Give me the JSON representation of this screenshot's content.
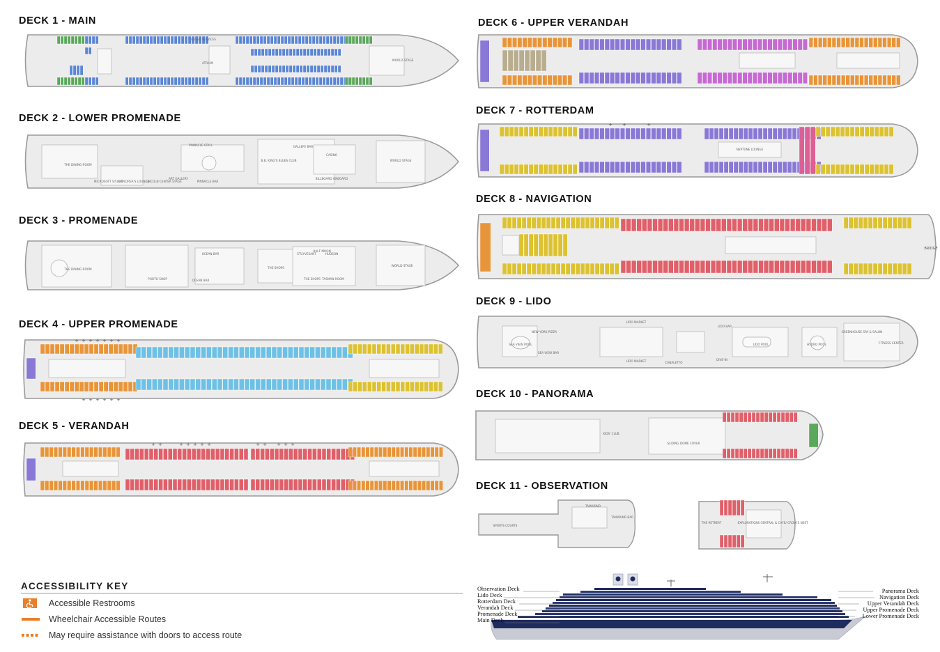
{
  "decks": [
    {
      "id": "deck1",
      "title": "DECK 1 - MAIN",
      "labels": [
        "GUEST SERVICES",
        "ATRIUM",
        "WORLD STAGE"
      ]
    },
    {
      "id": "deck2",
      "title": "DECK 2 - LOWER PROMENADE",
      "labels": [
        "THE DINING ROOM",
        "MICROSOFT STUDIO",
        "EXPLORER'S LOUNGE",
        "LINCOLN CENTER STAGE",
        "ART GALLERY",
        "PINNACLE GRILL",
        "PINNACLE BAR",
        "B.B. KING'S BLUES CLUB",
        "GALLERY BAR",
        "CASINO",
        "BILLBOARD ONBOARD",
        "WORLD STAGE"
      ]
    },
    {
      "id": "deck3",
      "title": "DECK 3 - PROMENADE",
      "labels": [
        "THE DINING ROOM",
        "PHOTO SHOP",
        "OCEAN BAR",
        "OCEAN BAR",
        "THE SHOPS",
        "STUYVESANT",
        "HALF MOON",
        "HUDSON",
        "THE SHOPS",
        "TASMAN ROOM",
        "WORLD STAGE"
      ]
    },
    {
      "id": "deck4",
      "title": "DECK 4 - UPPER PROMENADE",
      "labels": []
    },
    {
      "id": "deck5",
      "title": "DECK 5 - VERANDAH",
      "labels": []
    },
    {
      "id": "deck6",
      "title": "DECK 6 - UPPER VERANDAH",
      "labels": []
    },
    {
      "id": "deck7",
      "title": "DECK 7 - ROTTERDAM",
      "labels": [
        "NEPTUNE LOUNGE"
      ]
    },
    {
      "id": "deck8",
      "title": "DECK 8 - NAVIGATION",
      "labels": [
        "BRIDGE"
      ]
    },
    {
      "id": "deck9",
      "title": "DECK 9 - LIDO",
      "labels": [
        "SEA VIEW POOL",
        "NEW YORK PIZZA",
        "SEA VIEW BAR",
        "LIDO MARKET",
        "LIDO MARKET",
        "CANALETTO",
        "LIDO BAR",
        "DIVE-IN",
        "LIDO POOL",
        "HYDRO POOL",
        "GREENHOUSE SPA & SALON",
        "FITNESS CENTER"
      ]
    },
    {
      "id": "deck10",
      "title": "DECK 10 - PANORAMA",
      "labels": [
        "KIDS' CLUB",
        "SLIDING DOME COVER"
      ]
    },
    {
      "id": "deck11",
      "title": "DECK 11 - OBSERVATION",
      "labels": [
        "SPORTS COURTS",
        "TAMARIND",
        "TAMARIND BAR",
        "THE RETREAT",
        "EXPLORATIONS CENTRAL & CAFE/ CROW'S NEST"
      ]
    }
  ],
  "accessibility_key": {
    "title": "ACCESSIBILITY KEY",
    "items": [
      {
        "label": "Accessible Restrooms",
        "icon": "wheelchair-icon"
      },
      {
        "label": "Wheelchair Accessible Routes",
        "icon": "solid-line-icon"
      },
      {
        "label": "May require assistance with doors to access route",
        "icon": "dashed-line-icon"
      }
    ]
  },
  "ship_profile": {
    "left_labels": [
      "Observation Deck",
      "Lido Deck",
      "Rotterdam Deck",
      "Verandah Deck",
      "Promenade Deck",
      "Main Deck"
    ],
    "right_labels": [
      "Panorama Deck",
      "Navigation Deck",
      "Upper Verandah Deck",
      "Upper Promenade Deck",
      "Lower Promenade Deck"
    ]
  },
  "colors": {
    "hull_fill": "#ececec",
    "hull_stroke": "#9a9a9a",
    "accent": "#e8802b",
    "green": "#5aa85a",
    "blue": "#5b86d6",
    "lightblue": "#6ec1e6",
    "orange": "#e8953a",
    "yellow": "#dcc232",
    "red": "#e0606a",
    "pink": "#de5f93",
    "purple": "#8a78d6",
    "magenta": "#c66ad2",
    "olive": "#b5b25a",
    "tan": "#b9ad90",
    "navy": "#1f2c5e"
  }
}
